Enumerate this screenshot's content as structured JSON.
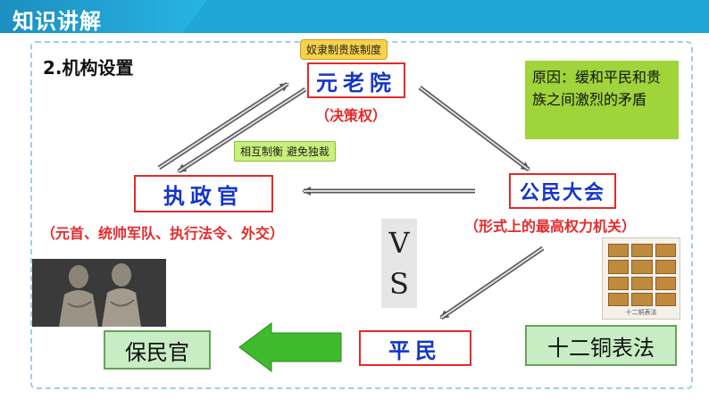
{
  "header": {
    "title": "知识讲解"
  },
  "section_title": "2.机构设置",
  "senate": {
    "tag": "奴隶制贵族制度",
    "name": "元老院",
    "role": "（决策权）"
  },
  "reason": {
    "text": "原因：缓和平民和贵族之间激烈的矛盾"
  },
  "balance_tag": "相互制衡 避免独裁",
  "consul": {
    "name": "执政官",
    "role": "（元首、统帅军队、执行法令、外交）"
  },
  "assembly": {
    "name": "公民大会",
    "role": "（形式上的最高权力机关）"
  },
  "vs": {
    "v": "V",
    "s": "S"
  },
  "plebs": {
    "name": "平民"
  },
  "tribune": {
    "name": "保民官"
  },
  "twelve_tables": {
    "name": "十二铜表法",
    "image_caption": "十二铜表法"
  },
  "colors": {
    "accent_red": "#e52a2a",
    "text_blue": "#1436c7",
    "header_blue": "#1fa6d6",
    "reason_green": "#9fd43a",
    "arrow_green": "#3dbb2c"
  }
}
